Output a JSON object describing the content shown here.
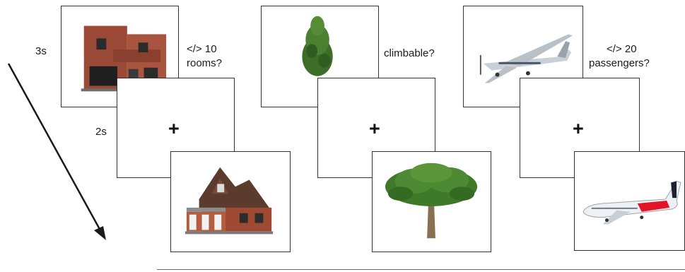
{
  "timing": {
    "cue_duration": "3s",
    "fixation_duration": "2s"
  },
  "fixation_symbol": "+",
  "trials": [
    {
      "cue_object": "modern brick house",
      "question_line1": "</> 10",
      "question_line2": "rooms?",
      "target_object": "brick cottage with porch"
    },
    {
      "cue_object": "conifer tree",
      "question_line1": "climbable?",
      "question_line2": "",
      "target_object": "broad leafy tree"
    },
    {
      "cue_object": "propeller airplane",
      "question_line1": "</> 20",
      "question_line2": "passengers?",
      "target_object": "jet airliner"
    }
  ],
  "colors": {
    "panel_border": "#333333",
    "arrow": "#1a1a1a",
    "brick": "#9b4a38",
    "foliage": "#3f7a2a",
    "plane_accent": "#e3132a"
  }
}
